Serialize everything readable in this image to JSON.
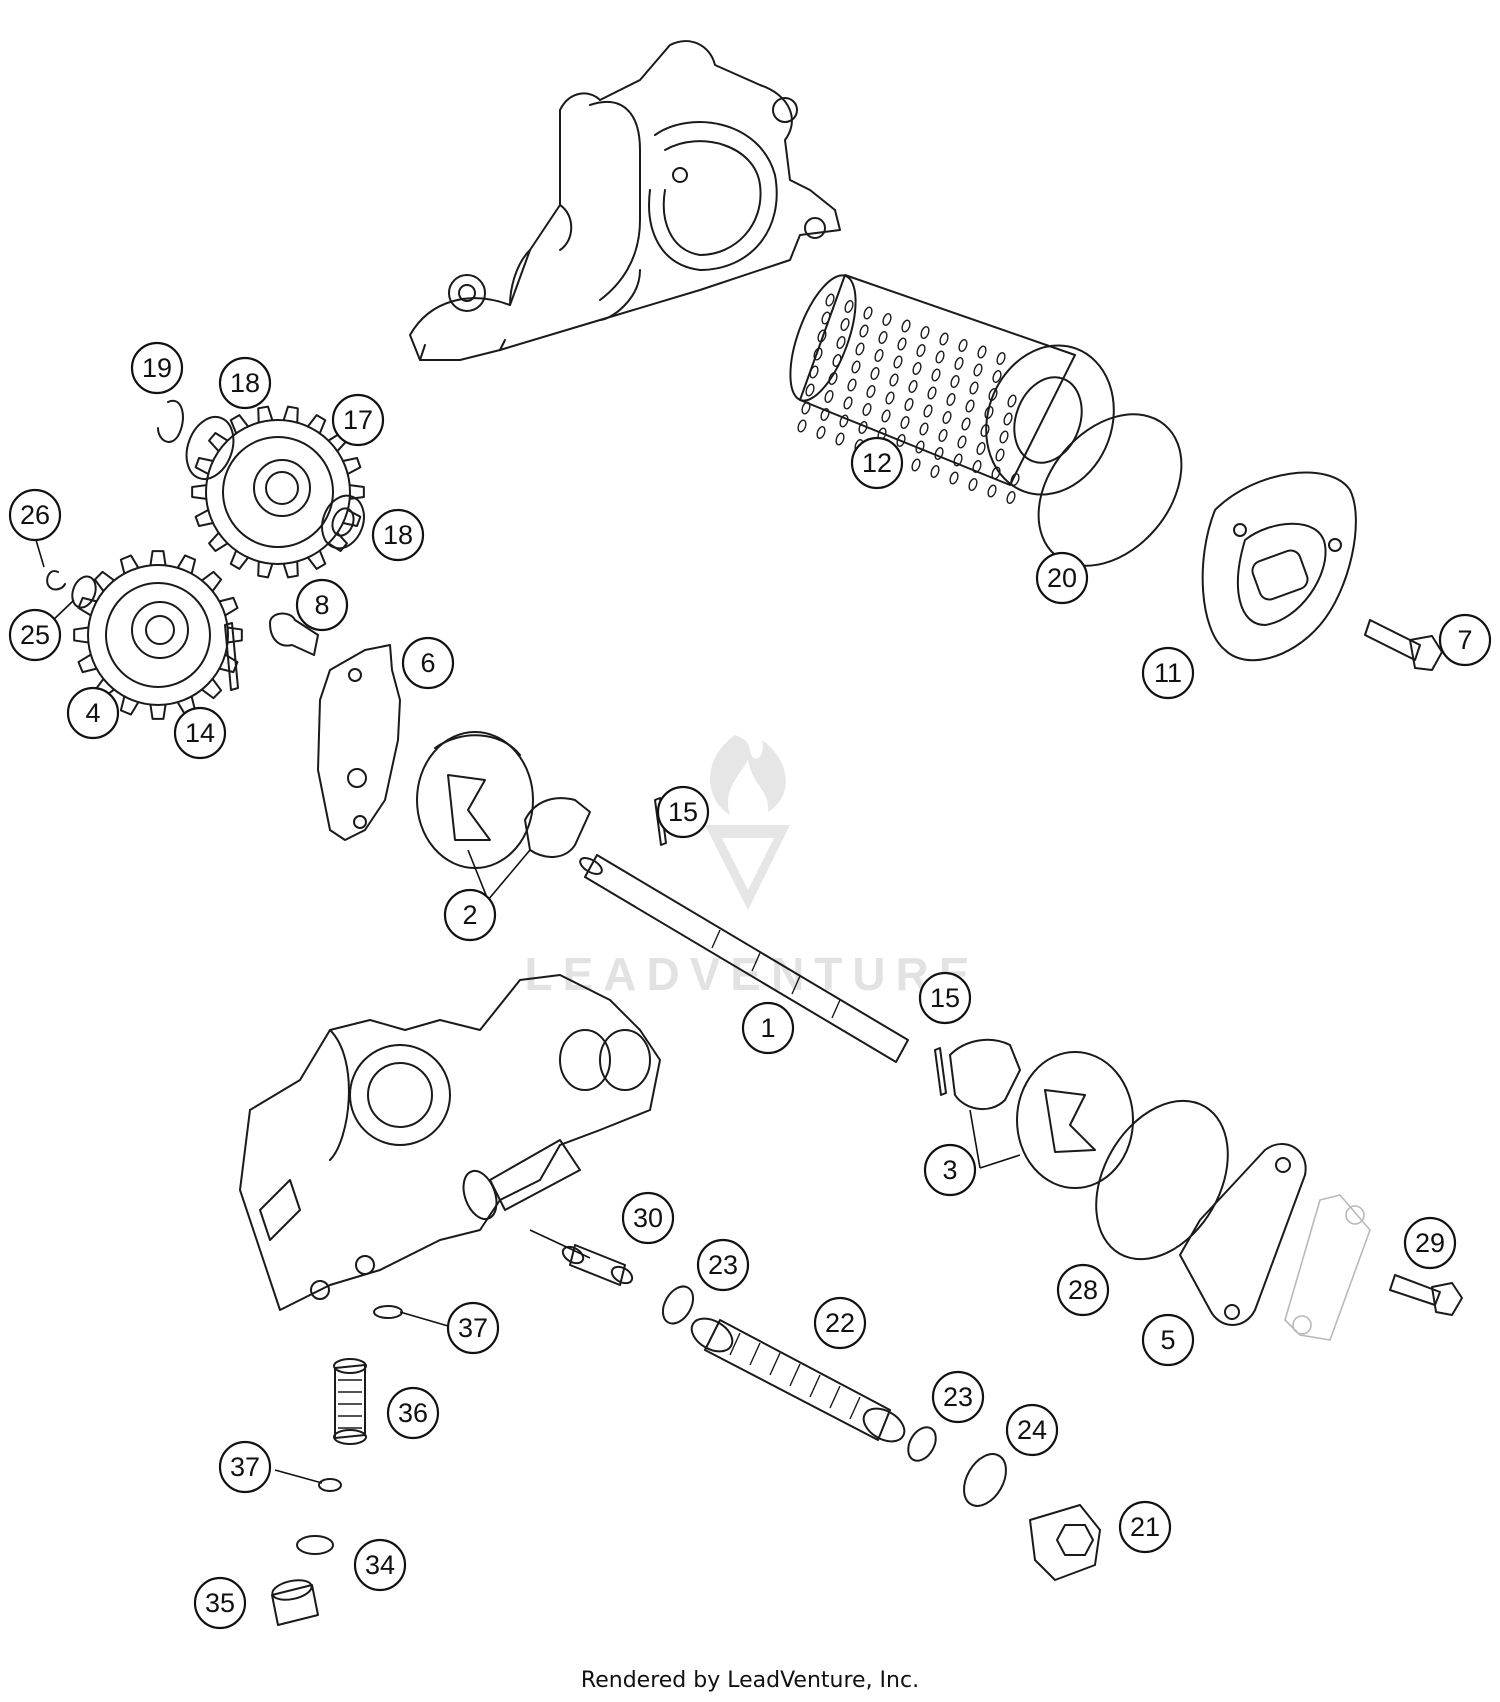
{
  "watermark": {
    "text": "LEADVENTURE"
  },
  "footer": {
    "text": "Rendered by LeadVenture, Inc."
  },
  "callouts": [
    {
      "id": "c1",
      "label": "1"
    },
    {
      "id": "c2",
      "label": "2"
    },
    {
      "id": "c3",
      "label": "3"
    },
    {
      "id": "c4",
      "label": "4"
    },
    {
      "id": "c5",
      "label": "5"
    },
    {
      "id": "c6",
      "label": "6"
    },
    {
      "id": "c7",
      "label": "7"
    },
    {
      "id": "c8",
      "label": "8"
    },
    {
      "id": "c11",
      "label": "11"
    },
    {
      "id": "c12",
      "label": "12"
    },
    {
      "id": "c14",
      "label": "14"
    },
    {
      "id": "c15a",
      "label": "15"
    },
    {
      "id": "c15b",
      "label": "15"
    },
    {
      "id": "c17",
      "label": "17"
    },
    {
      "id": "c18a",
      "label": "18"
    },
    {
      "id": "c18b",
      "label": "18"
    },
    {
      "id": "c19",
      "label": "19"
    },
    {
      "id": "c20",
      "label": "20"
    },
    {
      "id": "c21",
      "label": "21"
    },
    {
      "id": "c22",
      "label": "22"
    },
    {
      "id": "c23a",
      "label": "23"
    },
    {
      "id": "c23b",
      "label": "23"
    },
    {
      "id": "c24",
      "label": "24"
    },
    {
      "id": "c25",
      "label": "25"
    },
    {
      "id": "c26",
      "label": "26"
    },
    {
      "id": "c28",
      "label": "28"
    },
    {
      "id": "c29",
      "label": "29"
    },
    {
      "id": "c30",
      "label": "30"
    },
    {
      "id": "c34",
      "label": "34"
    },
    {
      "id": "c35",
      "label": "35"
    },
    {
      "id": "c36",
      "label": "36"
    },
    {
      "id": "c37a",
      "label": "37"
    },
    {
      "id": "c37b",
      "label": "37"
    }
  ]
}
